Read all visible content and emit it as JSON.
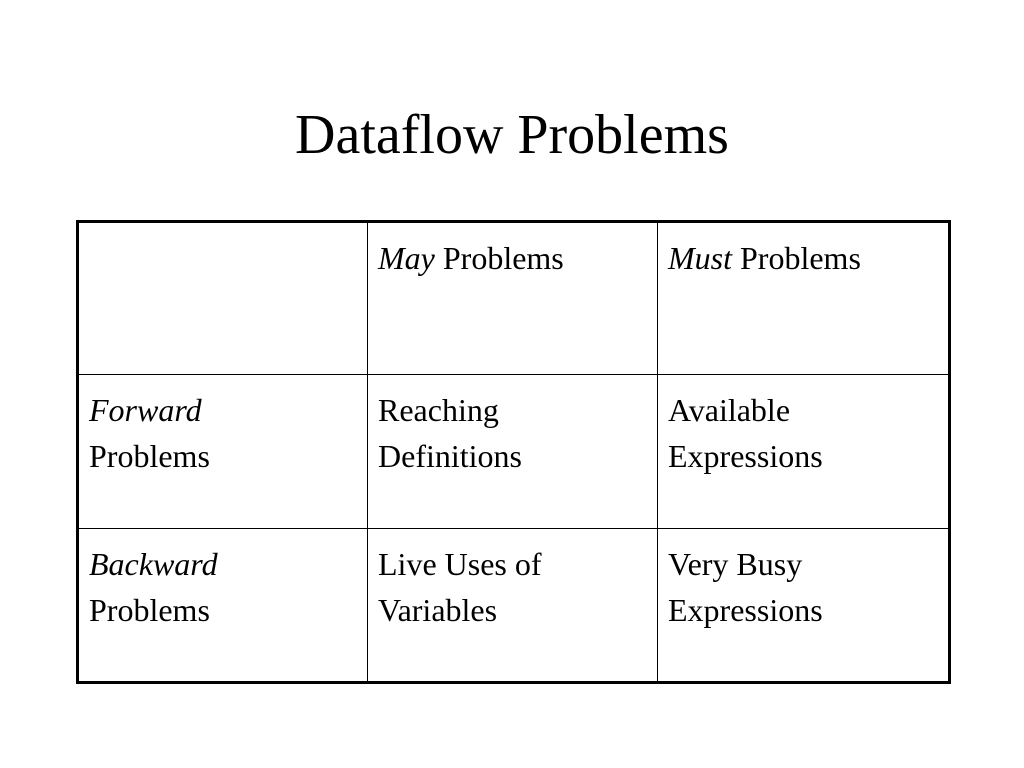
{
  "slide": {
    "title": "Dataflow Problems"
  },
  "table": {
    "header": {
      "corner": "",
      "may_italic": "May",
      "may_rest": "Problems",
      "must_italic": "Must",
      "must_rest": "Problems"
    },
    "rows": [
      {
        "label_italic": "Forward",
        "label_rest": "Problems",
        "may_line1": "Reaching",
        "may_line2": "Definitions",
        "must_line1": "Available",
        "must_line2": "Expressions"
      },
      {
        "label_italic": "Backward",
        "label_rest": "Problems",
        "may_line1": "Live Uses of",
        "may_line2": "Variables",
        "must_line1": "Very Busy",
        "must_line2": "Expressions"
      }
    ]
  }
}
